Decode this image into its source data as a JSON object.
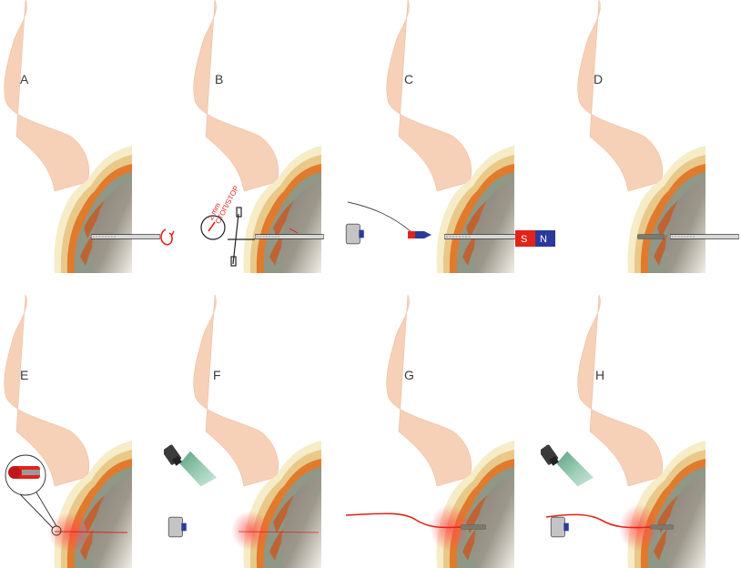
{
  "panels": [
    {
      "label": "A"
    },
    {
      "label": "B"
    },
    {
      "label": "C"
    },
    {
      "label": "D"
    },
    {
      "label": "E"
    },
    {
      "label": "F"
    },
    {
      "label": "G"
    },
    {
      "label": "H"
    }
  ],
  "drill_stop": {
    "text_line1": "2 mm",
    "text_line2": "СТОП/STOP"
  },
  "magnet": {
    "south": "S",
    "north": "N"
  },
  "colors": {
    "nose_skin": "#f7d0b8",
    "skin_cream": "#f6ecc8",
    "skin_beige": "#e9c98a",
    "mucosa_orange": "#e07b2e",
    "mucosa_dark": "#c9571f",
    "bone_green": "#8f9886",
    "sinus_gray": "#847e70",
    "sinus_light": "#f0ede6",
    "accent_red": "#e2231a",
    "magnet_blue": "#2b3a9a",
    "light_green": "#2f8a5a"
  }
}
